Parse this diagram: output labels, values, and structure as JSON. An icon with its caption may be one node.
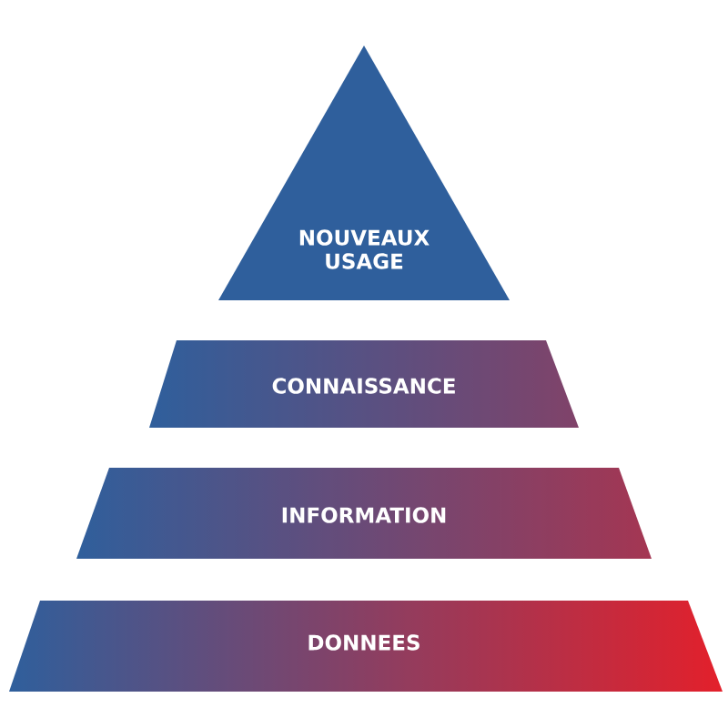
{
  "diagram": {
    "nodes": [
      {
        "text": [
          "NOUVEAUX USAGE"
        ]
      },
      {
        "text": [
          "CONNAISSANCE"
        ]
      },
      {
        "text": [
          "INFORMATION"
        ]
      },
      {
        "text": [
          "DONNEES"
        ]
      }
    ]
  }
}
